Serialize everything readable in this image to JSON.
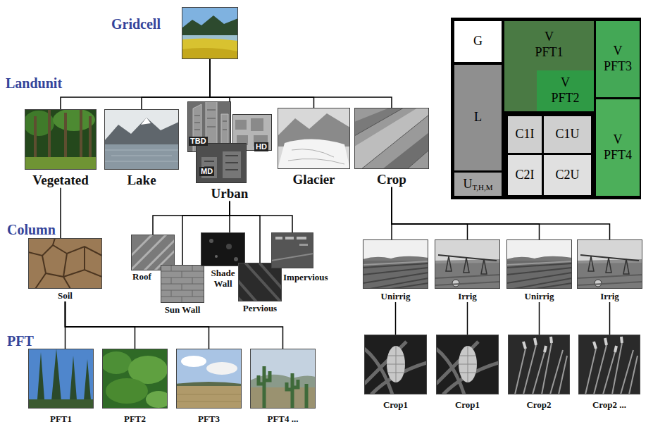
{
  "diagram": {
    "nodes": [
      {
        "text": [
          "Gridcell"
        ]
      },
      {
        "text": [
          "Vegetated"
        ]
      },
      {
        "text": [
          "Lake"
        ]
      },
      {
        "text": [
          "TBD",
          "HD",
          "MD",
          "Urban"
        ]
      },
      {
        "text": [
          "Glacier"
        ]
      },
      {
        "text": [
          "Crop"
        ]
      },
      {
        "text": [
          "Soil"
        ]
      },
      {
        "text": [
          "Roof"
        ]
      },
      {
        "text": [
          "Sun Wall"
        ]
      },
      {
        "text": [
          "Shade Wall"
        ]
      },
      {
        "text": [
          "Pervious"
        ]
      },
      {
        "text": [
          "Impervious"
        ]
      },
      {
        "text": [
          "Unirrig"
        ]
      },
      {
        "text": [
          "Irrig"
        ]
      },
      {
        "text": [
          "Unirrig"
        ]
      },
      {
        "text": [
          "Irrig"
        ]
      },
      {
        "text": [
          "PFT1"
        ]
      },
      {
        "text": [
          "PFT2"
        ]
      },
      {
        "text": [
          "PFT3"
        ]
      },
      {
        "text": [
          "PFT4 ..."
        ]
      },
      {
        "text": [
          "Crop1"
        ]
      },
      {
        "text": [
          "Crop1"
        ]
      },
      {
        "text": [
          "Crop2"
        ]
      },
      {
        "text": [
          "Crop2 ..."
        ]
      },
      {
        "text": [
          "G"
        ]
      },
      {
        "text": [
          "V PFT1"
        ]
      },
      {
        "text": [
          "V PFT2"
        ],
        "in": 25
      },
      {
        "text": [
          "V PFT3"
        ]
      },
      {
        "text": [
          "L"
        ]
      },
      {
        "text": [
          "C1I"
        ]
      },
      {
        "text": [
          "C1U"
        ]
      },
      {
        "text": [
          "V PFT4"
        ]
      },
      {
        "text": [
          "C2I"
        ]
      },
      {
        "text": [
          "C2U"
        ]
      },
      {
        "text": [
          "U",
          "T,H,M"
        ]
      }
    ],
    "edges": [
      {
        "from": 0,
        "to": 1,
        "arrow": "none"
      },
      {
        "from": 0,
        "to": 2,
        "arrow": "none"
      },
      {
        "from": 0,
        "to": 3,
        "arrow": "none"
      },
      {
        "from": 0,
        "to": 4,
        "arrow": "none"
      },
      {
        "from": 0,
        "to": 5,
        "arrow": "none"
      },
      {
        "from": 1,
        "to": 6,
        "arrow": "none"
      },
      {
        "from": 3,
        "to": 7,
        "arrow": "none"
      },
      {
        "from": 3,
        "to": 8,
        "arrow": "none"
      },
      {
        "from": 3,
        "to": 9,
        "arrow": "none"
      },
      {
        "from": 3,
        "to": 10,
        "arrow": "none"
      },
      {
        "from": 3,
        "to": 11,
        "arrow": "none"
      },
      {
        "from": 5,
        "to": 12,
        "arrow": "none"
      },
      {
        "from": 5,
        "to": 13,
        "arrow": "none"
      },
      {
        "from": 5,
        "to": 14,
        "arrow": "none"
      },
      {
        "from": 5,
        "to": 15,
        "arrow": "none"
      },
      {
        "from": 6,
        "to": 16,
        "arrow": "none"
      },
      {
        "from": 6,
        "to": 17,
        "arrow": "none"
      },
      {
        "from": 6,
        "to": 18,
        "arrow": "none"
      },
      {
        "from": 6,
        "to": 19,
        "arrow": "none"
      },
      {
        "from": 12,
        "to": 20,
        "arrow": "none"
      },
      {
        "from": 13,
        "to": 21,
        "arrow": "none"
      },
      {
        "from": 14,
        "to": 22,
        "arrow": "none"
      },
      {
        "from": 15,
        "to": 23,
        "arrow": "none"
      }
    ],
    "labels": [
      "Landunit",
      "Column",
      "PFT"
    ]
  }
}
